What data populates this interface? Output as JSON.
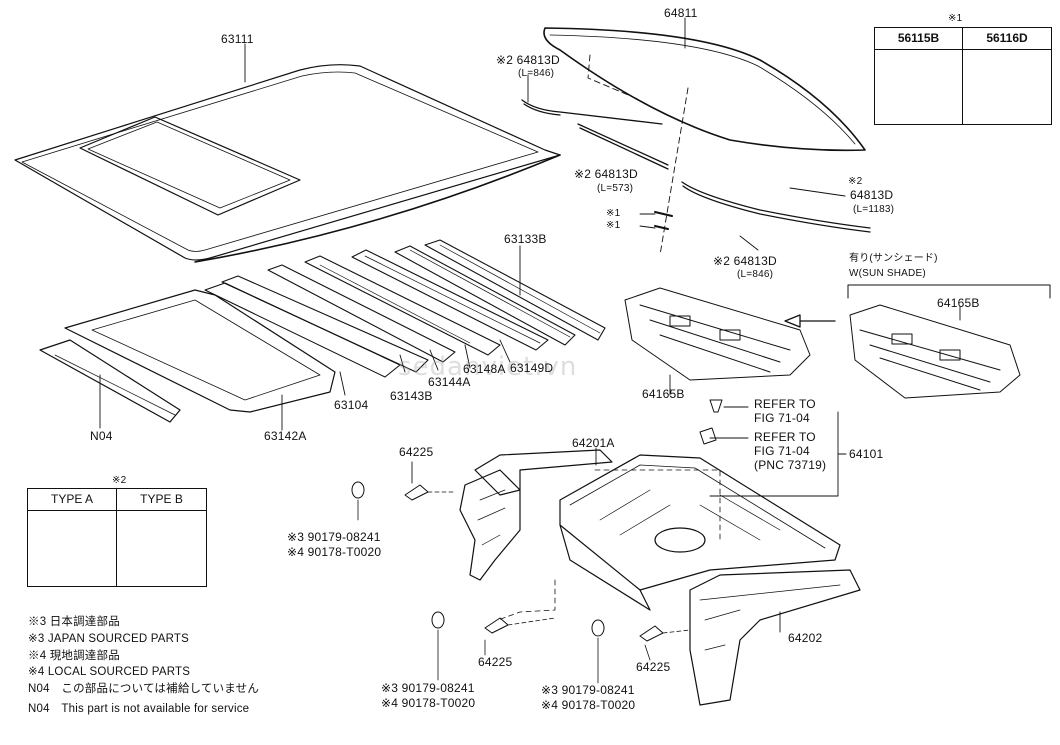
{
  "watermark": "sedanviet.vn",
  "parts": {
    "p63111": "63111",
    "p64811": "64811",
    "p64813d_a": "※2 64813D",
    "p64813d_a_len": "(L=846)",
    "p64813d_b": "※2 64813D",
    "p64813d_b_len": "(L=573)",
    "p64813d_c": "※2",
    "p64813d_c_num": "64813D",
    "p64813d_c_len": "(L=1183)",
    "p64813d_d": "※2 64813D",
    "p64813d_d_len": "(L=846)",
    "mark1a": "※1",
    "mark1b": "※1",
    "p63133b": "63133B",
    "p64165b_a": "64165B",
    "p64165b_b": "64165B",
    "p63149d": "63149D",
    "p63148a": "63148A",
    "p63144a": "63144A",
    "p63143b": "63143B",
    "p63104": "63104",
    "p63142a": "63142A",
    "n04": "N04",
    "p64201a": "64201A",
    "p64225_a": "64225",
    "p64225_b": "64225",
    "p64225_c": "64225",
    "p64101": "64101",
    "p64202": "64202",
    "refer1_a": "REFER TO",
    "refer1_b": "FIG 71-04",
    "refer2_a": "REFER TO",
    "refer2_b": "FIG 71-04",
    "refer2_c": "(PNC 73719)",
    "sunshade_jp": "有り(サンシェード)",
    "sunshade_en": "W(SUN SHADE)",
    "fast1_a": "※3 90179-08241",
    "fast1_b": "※4 90178-T0020",
    "fast2_a": "※3 90179-08241",
    "fast2_b": "※4 90178-T0020",
    "fast3_a": "※3 90179-08241",
    "fast3_b": "※4 90178-T0020"
  },
  "emblem_box": {
    "mark": "※1",
    "col1": "56115B",
    "col2": "56116D"
  },
  "type_box": {
    "mark": "※2",
    "col1": "TYPE A",
    "col2": "TYPE B"
  },
  "legend": [
    "※3 日本調達部品",
    "※3 JAPAN SOURCED PARTS",
    "※4 現地調達部品",
    "※4 LOCAL SOURCED PARTS",
    "N04　この部品については補給していません",
    "N04　This part is not available for service"
  ]
}
